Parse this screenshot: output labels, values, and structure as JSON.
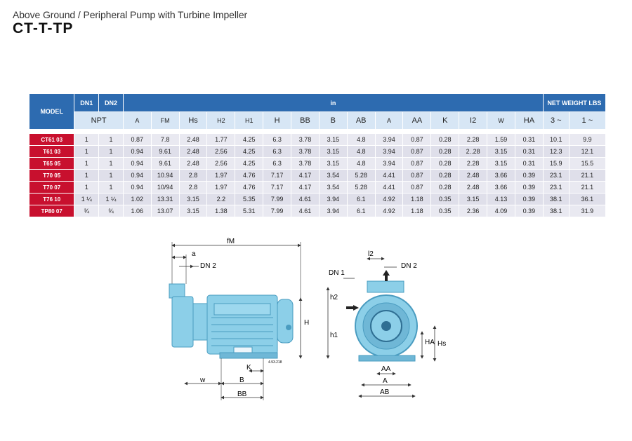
{
  "header": {
    "subtitle": "Above Ground / Peripheral Pump with Turbine Impeller",
    "title": "CT-T-TP"
  },
  "table": {
    "model_label": "MODEL",
    "dn1": "DN1",
    "dn2": "DN2",
    "unit": "in",
    "weight_label": "NET WEIGHT LBS",
    "npt": "NPT",
    "dims": [
      "A",
      "FM",
      "Hs",
      "H2",
      "H1",
      "H",
      "BB",
      "B",
      "AB",
      "A",
      "AA",
      "K",
      "I2",
      "W",
      "HA"
    ],
    "weights": [
      "3 ~",
      "1 ~"
    ],
    "rows": [
      {
        "model": "CT61 03",
        "cells": [
          "1",
          "1",
          "0.87",
          "7.8",
          "2.48",
          "1.77",
          "4.25",
          "6.3",
          "3.78",
          "3.15",
          "4.8",
          "3.94",
          "0.87",
          "0.28",
          "2.28",
          "1.59",
          "0.31",
          "10.1",
          "9.9"
        ]
      },
      {
        "model": "T61 03",
        "cells": [
          "1",
          "1",
          "0.94",
          "9.61",
          "2.48",
          "2.56",
          "4.25",
          "6.3",
          "3.78",
          "3.15",
          "4.8",
          "3.94",
          "0.87",
          "0.28",
          "2..28",
          "3.15",
          "0.31",
          "12.3",
          "12.1"
        ]
      },
      {
        "model": "T65 05",
        "cells": [
          "1",
          "1",
          "0.94",
          "9.61",
          "2.48",
          "2.56",
          "4.25",
          "6.3",
          "3.78",
          "3.15",
          "4.8",
          "3.94",
          "0.87",
          "0.28",
          "2.28",
          "3.15",
          "0.31",
          "15.9",
          "15.5"
        ]
      },
      {
        "model": "T70 05",
        "cells": [
          "1",
          "1",
          "0.94",
          "10.94",
          "2.8",
          "1.97",
          "4.76",
          "7.17",
          "4.17",
          "3.54",
          "5.28",
          "4.41",
          "0.87",
          "0.28",
          "2.48",
          "3.66",
          "0.39",
          "23.1",
          "21.1"
        ]
      },
      {
        "model": "T70 07",
        "cells": [
          "1",
          "1",
          "0.94",
          "10/94",
          "2.8",
          "1.97",
          "4.76",
          "7.17",
          "4.17",
          "3.54",
          "5.28",
          "4.41",
          "0.87",
          "0.28",
          "2.48",
          "3.66",
          "0.39",
          "23.1",
          "21.1"
        ]
      },
      {
        "model": "T76 10",
        "cells": [
          "1 ¼",
          "1 ¼",
          "1.02",
          "13.31",
          "3.15",
          "2.2",
          "5.35",
          "7.99",
          "4.61",
          "3.94",
          "6.1",
          "4.92",
          "1.18",
          "0.35",
          "3.15",
          "4.13",
          "0.39",
          "38.1",
          "36.1"
        ]
      },
      {
        "model": "TP80 07",
        "cells": [
          "¾",
          "¾",
          "1.06",
          "13.07",
          "3.15",
          "1.38",
          "5.31",
          "7.99",
          "4.61",
          "3.94",
          "6.1",
          "4.92",
          "1.18",
          "0.35",
          "2.36",
          "4.09",
          "0.39",
          "38.1",
          "31.9"
        ]
      }
    ]
  },
  "drawing": {
    "side_labels": {
      "fM": "fM",
      "a": "a",
      "dn2": "DN 2",
      "H": "H",
      "K": "K",
      "w": "w",
      "B": "B",
      "BB": "BB",
      "serial": "4.93.218"
    },
    "front_labels": {
      "l2": "l2",
      "dn1": "DN 1",
      "dn2": "DN 2",
      "h2": "h2",
      "h1": "h1",
      "HA": "HA",
      "Hs": "Hs",
      "AA": "AA",
      "A": "A",
      "AB": "AB"
    },
    "colors": {
      "pump": "#8ccfe8",
      "pump_dark": "#4a9cc0",
      "line": "#333333"
    }
  }
}
